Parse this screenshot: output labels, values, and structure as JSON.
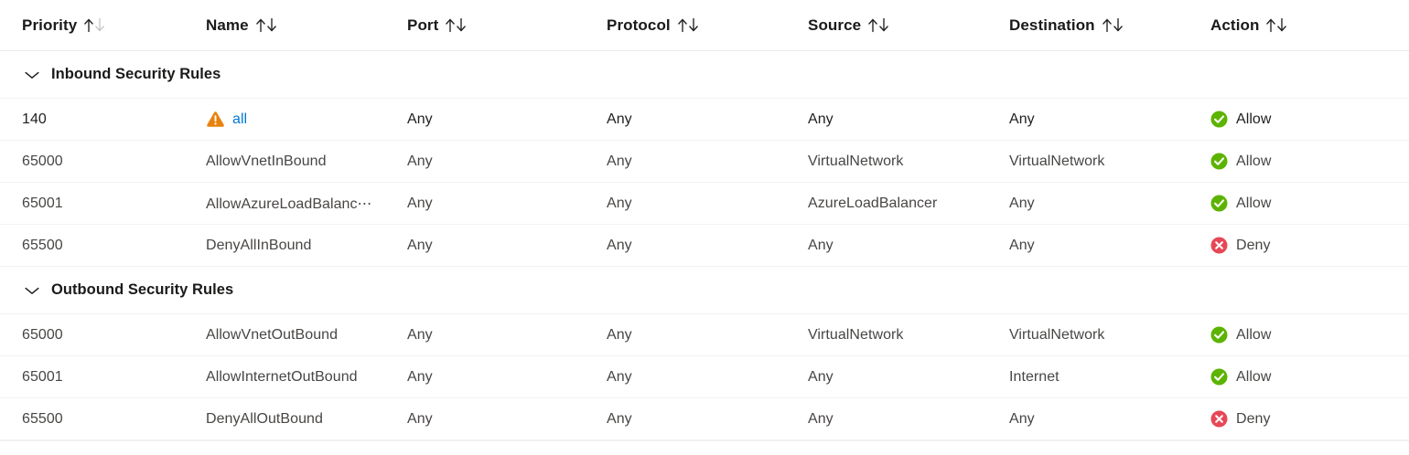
{
  "colors": {
    "link": "#0078d4",
    "allow": "#5cb300",
    "deny": "#e74856",
    "warning": "#e8820c",
    "divider": "#f3f2f1",
    "header_text": "#1b1a19",
    "body_text": "#484644"
  },
  "table": {
    "columns": [
      {
        "key": "priority",
        "label": "Priority",
        "sort_icon": "sort-ascending-icon"
      },
      {
        "key": "name",
        "label": "Name",
        "sort_icon": "sort-icon"
      },
      {
        "key": "port",
        "label": "Port",
        "sort_icon": "sort-icon"
      },
      {
        "key": "protocol",
        "label": "Protocol",
        "sort_icon": "sort-icon"
      },
      {
        "key": "source",
        "label": "Source",
        "sort_icon": "sort-icon"
      },
      {
        "key": "destination",
        "label": "Destination",
        "sort_icon": "sort-icon"
      },
      {
        "key": "action",
        "label": "Action",
        "sort_icon": "sort-icon"
      }
    ],
    "groups": [
      {
        "label": "Inbound Security Rules",
        "expanded": true,
        "chevron_icon": "chevron-down-icon",
        "rows": [
          {
            "priority": "140",
            "name": "all",
            "name_is_link": true,
            "name_icon": "warning-icon",
            "port": "Any",
            "protocol": "Any",
            "source": "Any",
            "destination": "Any",
            "action": "Allow",
            "action_icon": "allow-check-icon",
            "emphasis": true
          },
          {
            "priority": "65000",
            "name": "AllowVnetInBound",
            "name_is_link": false,
            "name_icon": "",
            "port": "Any",
            "protocol": "Any",
            "source": "VirtualNetwork",
            "destination": "VirtualNetwork",
            "action": "Allow",
            "action_icon": "allow-check-icon",
            "emphasis": false
          },
          {
            "priority": "65001",
            "name": "AllowAzureLoadBalanc⋯",
            "name_is_link": false,
            "name_icon": "",
            "port": "Any",
            "protocol": "Any",
            "source": "AzureLoadBalancer",
            "destination": "Any",
            "action": "Allow",
            "action_icon": "allow-check-icon",
            "emphasis": false
          },
          {
            "priority": "65500",
            "name": "DenyAllInBound",
            "name_is_link": false,
            "name_icon": "",
            "port": "Any",
            "protocol": "Any",
            "source": "Any",
            "destination": "Any",
            "action": "Deny",
            "action_icon": "deny-cross-icon",
            "emphasis": false
          }
        ]
      },
      {
        "label": "Outbound Security Rules",
        "expanded": true,
        "chevron_icon": "chevron-down-icon",
        "rows": [
          {
            "priority": "65000",
            "name": "AllowVnetOutBound",
            "name_is_link": false,
            "name_icon": "",
            "port": "Any",
            "protocol": "Any",
            "source": "VirtualNetwork",
            "destination": "VirtualNetwork",
            "action": "Allow",
            "action_icon": "allow-check-icon",
            "emphasis": false
          },
          {
            "priority": "65001",
            "name": "AllowInternetOutBound",
            "name_is_link": false,
            "name_icon": "",
            "port": "Any",
            "protocol": "Any",
            "source": "Any",
            "destination": "Internet",
            "action": "Allow",
            "action_icon": "allow-check-icon",
            "emphasis": false
          },
          {
            "priority": "65500",
            "name": "DenyAllOutBound",
            "name_is_link": false,
            "name_icon": "",
            "port": "Any",
            "protocol": "Any",
            "source": "Any",
            "destination": "Any",
            "action": "Deny",
            "action_icon": "deny-cross-icon",
            "emphasis": false
          }
        ]
      }
    ]
  }
}
